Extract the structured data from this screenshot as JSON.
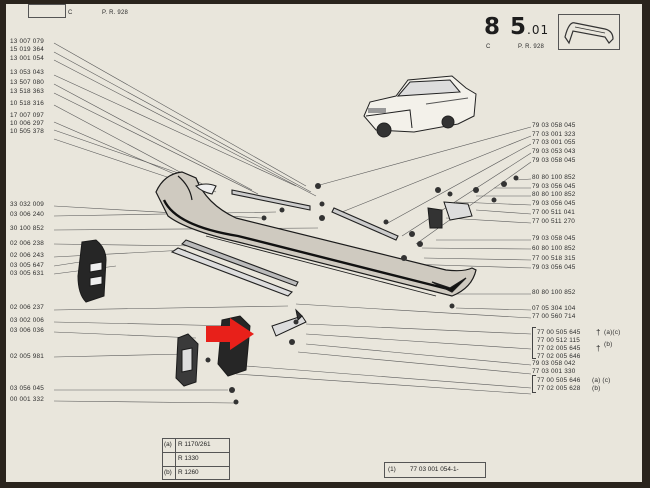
{
  "header": {
    "left_sub": "C",
    "left_ref": "P. R. 928",
    "page_major": "8 5",
    "page_minor": ".01",
    "right_sub": "C",
    "right_ref": "P. R. 928"
  },
  "left_refs": [
    "13 007 079",
    "15 019 364",
    "13 001 054",
    "13 053 043",
    "13 507 080",
    "13 518 363",
    "10 518 316",
    "17 007 097",
    "10 006 297",
    "10 505 378",
    "33 032 009",
    "03 006 240",
    "30 100 852",
    "02 006 238",
    "02 006 243",
    "03 005 647",
    "03 005 631",
    "02 006 237",
    "03 002 006",
    "03 006 036",
    "02 005 981",
    "03 056 045",
    "00 001 332"
  ],
  "right_refs_top": [
    "79 03 058 045",
    "77 03 001 323",
    "77 03 001 055",
    "79 03 053 043",
    "79 03 058 045"
  ],
  "right_refs_mid": [
    "80 80 100 852",
    "79 03 056 045",
    "80 80 100 852",
    "79 03 056 045",
    "77 00 511 041",
    "77 00 511 270"
  ],
  "right_refs_low": [
    "79 03 058 045",
    "60 80 100 852",
    "77 00 518 315",
    "79 03 056 045"
  ],
  "right_refs_bottom": [
    "80 80 100 852",
    "07 05 304 104",
    "77 00 560 714"
  ],
  "variant_group_1": [
    {
      "ref": "77 00 505 645",
      "note": "(a)(c)"
    },
    {
      "ref": "77 00 512 115",
      "note": ""
    },
    {
      "ref": "77 02 005 645",
      "note": "(b)"
    },
    {
      "ref": "77 02 005 646",
      "note": ""
    }
  ],
  "right_refs_after": [
    "79 03 058 042",
    "77 03 001 330"
  ],
  "variant_group_2": [
    {
      "ref": "77 00 505 646",
      "note": "(a) (c)"
    },
    {
      "ref": "77 02 005 628",
      "note": "(b)"
    }
  ],
  "legend_table": [
    {
      "key": "(a)",
      "value": "R 1170/261"
    },
    {
      "key": "",
      "value": "R 1330"
    },
    {
      "key": "(b)",
      "value": "R 1260"
    }
  ],
  "footer_ref": {
    "key": "(1)",
    "value": "77 03 001 054-1-"
  },
  "colors": {
    "paper": "#e9e6dc",
    "ink": "#2d2d2d",
    "callout_arrow": "#e8201a"
  },
  "icons": {
    "car": "sedan-illustration-icon",
    "bumper_thumb": "bumper-thumbnail-icon",
    "arrow": "red-arrow-icon"
  }
}
